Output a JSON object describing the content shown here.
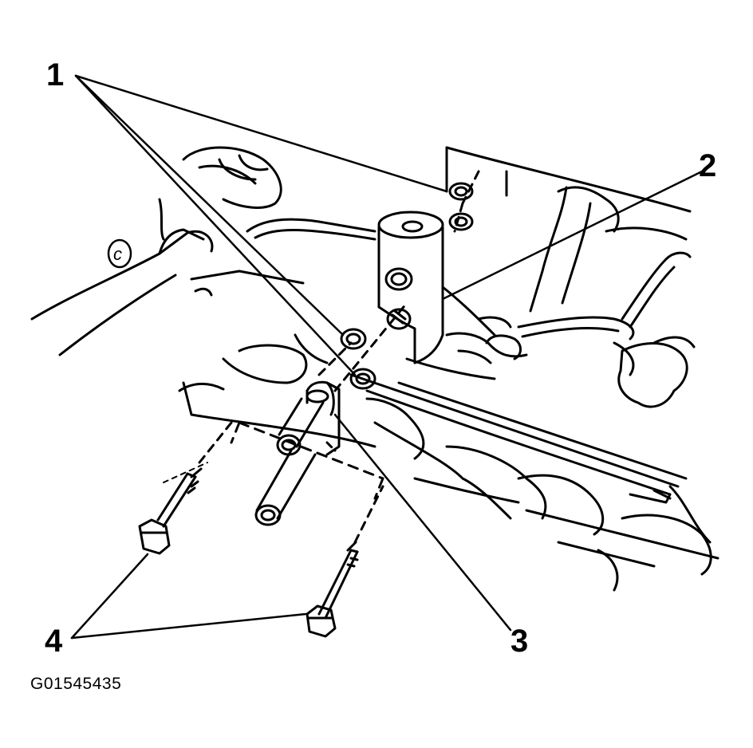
{
  "callouts": {
    "one": "1",
    "two": "2",
    "three": "3",
    "four": "4"
  },
  "figure_id": "G01545435",
  "circle_mark": "c",
  "colors": {
    "ink": "#000000",
    "paper": "#ffffff"
  }
}
